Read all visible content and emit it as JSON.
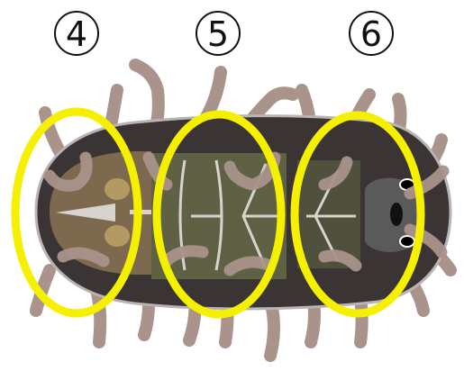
{
  "labels": [
    {
      "text": "4"
    },
    {
      "text": "5"
    },
    {
      "text": "6"
    }
  ],
  "colors": {
    "background": "#ffffff",
    "highlight_ring": "#f5ef00",
    "body_dark": "#3a3434",
    "body_outline": "#b9b3b3",
    "legs": "#a9938b",
    "abdomen": "#7d6a4e",
    "thorax": "#5f6145",
    "head": "#5a5a5a",
    "eyes": "#000000",
    "number_circle": "#111111"
  },
  "icons": {
    "label_shape": "circled-number",
    "subject": "insect-larva-dorsal-view"
  }
}
